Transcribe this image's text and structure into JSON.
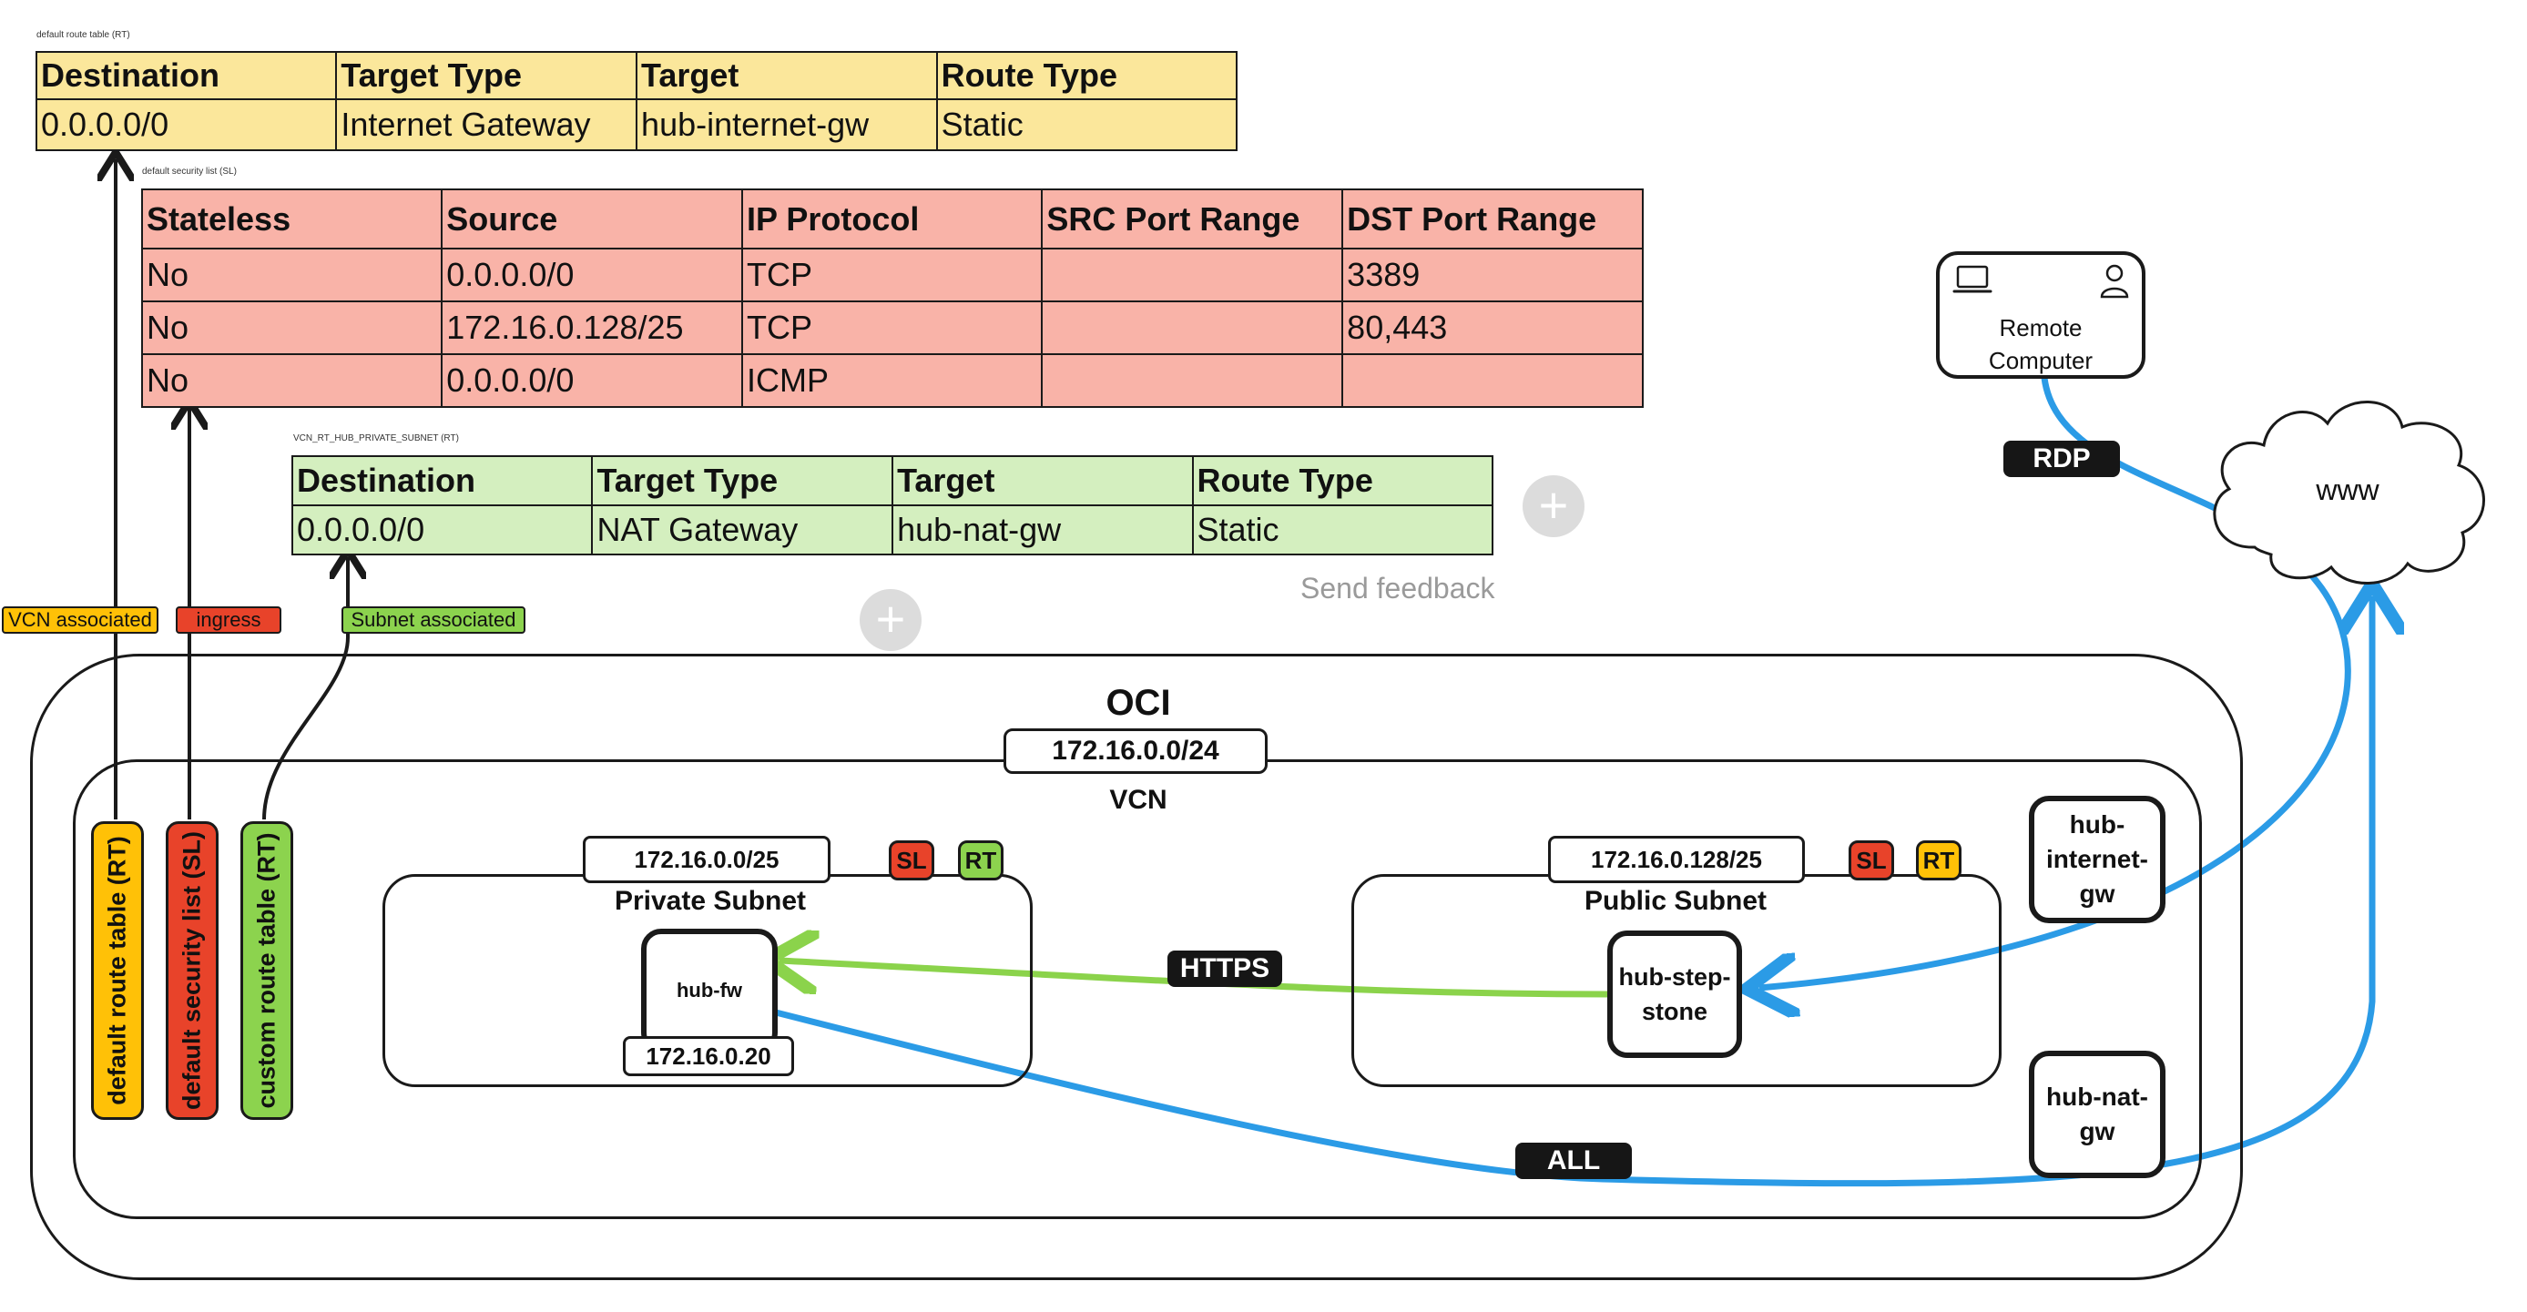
{
  "default_rt_table": {
    "caption": "default route table (RT)",
    "headers": [
      "Destination",
      "Target Type",
      "Target",
      "Route Type"
    ],
    "rows": [
      [
        "0.0.0.0/0",
        "Internet Gateway",
        "hub-internet-gw",
        "Static"
      ]
    ]
  },
  "default_sl_table": {
    "caption": "default security list (SL)",
    "headers": [
      "Stateless",
      "Source",
      "IP Protocol",
      "SRC Port Range",
      "DST Port Range"
    ],
    "rows": [
      [
        "No",
        "0.0.0.0/0",
        "TCP",
        "",
        "3389"
      ],
      [
        "No",
        "172.16.0.128/25",
        "TCP",
        "",
        "80,443"
      ],
      [
        "No",
        "0.0.0.0/0",
        "ICMP",
        "",
        ""
      ]
    ]
  },
  "custom_rt_table": {
    "caption": "VCN_RT_HUB_PRIVATE_SUBNET (RT)",
    "headers": [
      "Destination",
      "Target Type",
      "Target",
      "Route Type"
    ],
    "rows": [
      [
        "0.0.0.0/0",
        "NAT Gateway",
        "hub-nat-gw",
        "Static"
      ]
    ]
  },
  "tags": {
    "vcn_associated": "VCN associated",
    "ingress": "ingress",
    "subnet_associated": "Subnet associated"
  },
  "vertical_labels": {
    "default_rt": "default route table (RT)",
    "default_sl": "default security list (SL)",
    "custom_rt": "custom route table (RT)"
  },
  "feedback": "Send feedback",
  "oci": {
    "title": "OCI",
    "vcn_cidr": "172.16.0.0/24",
    "vcn_label": "VCN"
  },
  "private_subnet": {
    "cidr": "172.16.0.0/25",
    "label": "Private Subnet",
    "sl": "SL",
    "rt": "RT",
    "host": "hub-fw",
    "host_ip": "172.16.0.20"
  },
  "public_subnet": {
    "cidr": "172.16.0.128/25",
    "label": "Public Subnet",
    "sl": "SL",
    "rt": "RT",
    "host": "hub-step-stone"
  },
  "gateways": {
    "internet": "hub-internet-gw",
    "nat": "hub-nat-gw"
  },
  "remote": {
    "line1": "Remote",
    "line2": "Computer"
  },
  "cloud": "www",
  "flows": {
    "rdp": "RDP",
    "https": "HTTPS",
    "all": "ALL"
  },
  "colors": {
    "yellow": "#fbe79b",
    "red": "#f9b3a8",
    "green": "#d4efbf",
    "tag_yellow": "#ffc107",
    "tag_red": "#e8432a",
    "tag_green": "#8cd34e",
    "blue_arrow": "#2b9be6",
    "green_arrow": "#8bd34b"
  }
}
